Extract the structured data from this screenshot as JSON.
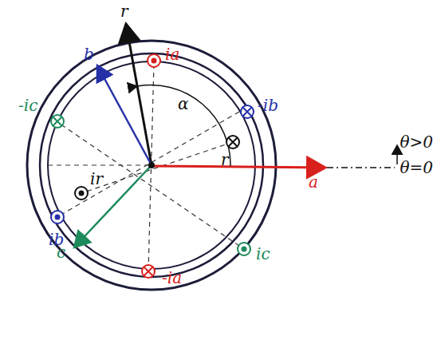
{
  "diagram": {
    "labels": [
      "r",
      "b",
      "ia",
      "-ib",
      "-ic",
      "ir",
      "α",
      "r",
      "θ>0",
      "θ=0",
      "a",
      "ib",
      "ic",
      "c",
      "-ia"
    ]
  }
}
